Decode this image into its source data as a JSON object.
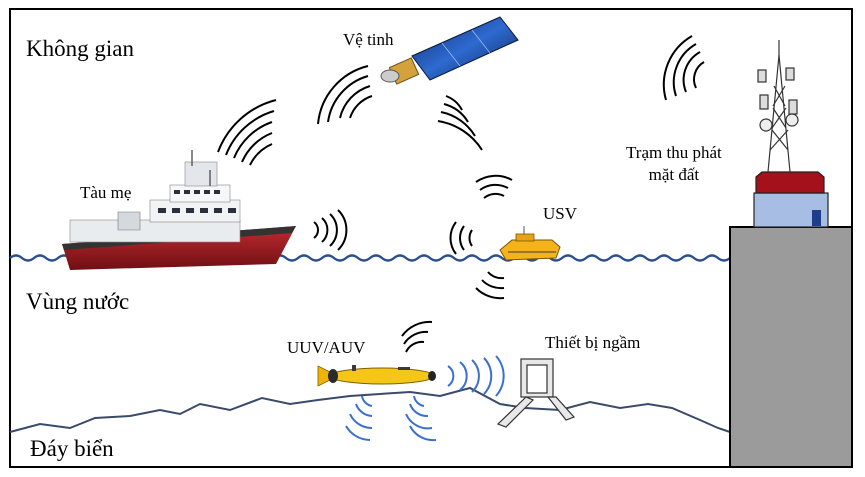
{
  "labels": {
    "space": "Không gian",
    "satellite": "Vệ tinh",
    "ground_station": "Trạm thu phát mặt đất",
    "ground_station_line1": "Trạm thu phát",
    "ground_station_line2": "mặt đất",
    "mother_ship": "Tàu mẹ",
    "usv": "USV",
    "water_zone": "Vùng nước",
    "uuv_auv": "UUV/AUV",
    "underwater_device": "Thiết bị ngầm",
    "seabed": "Đáy biển"
  },
  "icons": {
    "satellite": "satellite-icon",
    "tower": "radio-tower-icon",
    "ship": "ship-icon",
    "usv": "usv-icon",
    "auv": "auv-icon",
    "device": "underwater-device-icon"
  },
  "colors": {
    "border": "#000000",
    "waterline": "#2b4f8c",
    "seabed": "#3a4a6a",
    "signal_air": "#000000",
    "signal_water": "#3a6fd1",
    "station_roof": "#a4111a",
    "station_wall": "#a8bde3",
    "cliff": "#9b9b9b",
    "usv_body": "#f4b21b",
    "auv_body": "#f5c518",
    "ship_hull": "#a51c22"
  }
}
